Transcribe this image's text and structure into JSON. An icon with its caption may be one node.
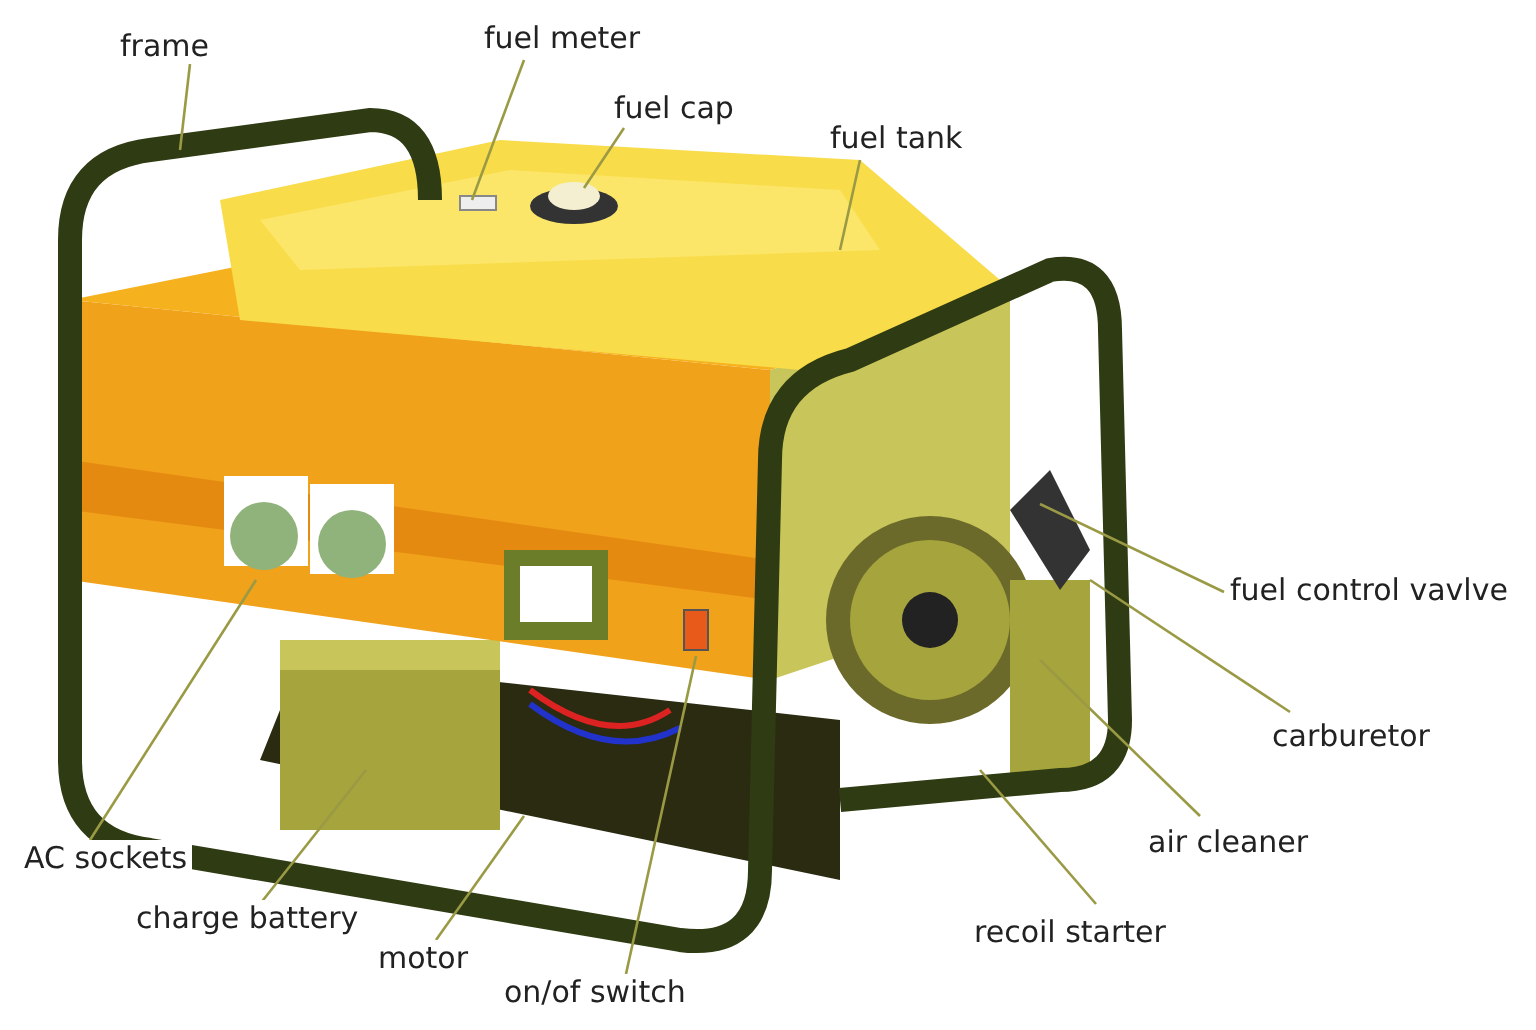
{
  "diagram": {
    "nodes": [
      {
        "text": [
          "frame"
        ]
      },
      {
        "text": [
          "fuel meter"
        ]
      },
      {
        "text": [
          "fuel cap"
        ]
      },
      {
        "text": [
          "fuel tank"
        ]
      },
      {
        "text": [
          "fuel control vavlve"
        ]
      },
      {
        "text": [
          "carburetor"
        ]
      },
      {
        "text": [
          "air cleaner"
        ]
      },
      {
        "text": [
          "recoil starter"
        ]
      },
      {
        "text": [
          "on/of switch"
        ]
      },
      {
        "text": [
          "motor"
        ]
      },
      {
        "text": [
          "charge battery"
        ]
      },
      {
        "text": [
          "AC sockets"
        ]
      }
    ],
    "edges": [
      {
        "from": 0,
        "to": null,
        "arrow": "none"
      },
      {
        "from": 1,
        "to": null,
        "arrow": "none"
      },
      {
        "from": 2,
        "to": null,
        "arrow": "none"
      },
      {
        "from": 3,
        "to": null,
        "arrow": "none"
      },
      {
        "from": 4,
        "to": null,
        "arrow": "none"
      },
      {
        "from": 5,
        "to": null,
        "arrow": "none"
      },
      {
        "from": 6,
        "to": null,
        "arrow": "none"
      },
      {
        "from": 7,
        "to": null,
        "arrow": "none"
      },
      {
        "from": 8,
        "to": null,
        "arrow": "none"
      },
      {
        "from": 9,
        "to": null,
        "arrow": "none"
      },
      {
        "from": 10,
        "to": null,
        "arrow": "none"
      },
      {
        "from": 11,
        "to": null,
        "arrow": "none"
      }
    ]
  }
}
